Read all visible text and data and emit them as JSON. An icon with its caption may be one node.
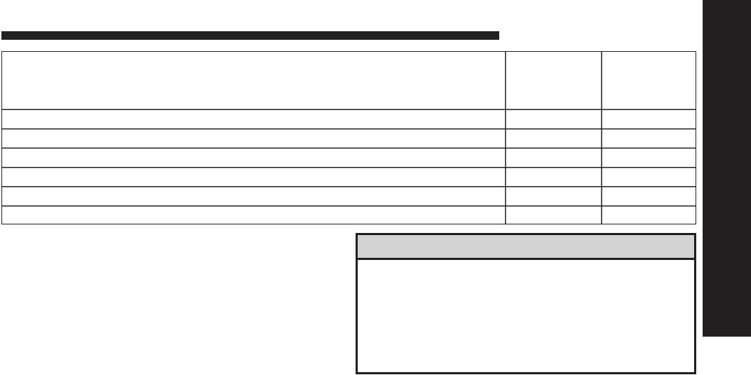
{
  "diagram": {
    "nodes": [
      {
        "text": [],
        "shape": "bar"
      },
      {
        "text": [],
        "shape": "box"
      },
      {
        "text": [],
        "shape": "box"
      },
      {
        "text": [],
        "shape": "bar",
        "in": 2
      },
      {
        "text": [],
        "shape": "bar"
      }
    ]
  }
}
